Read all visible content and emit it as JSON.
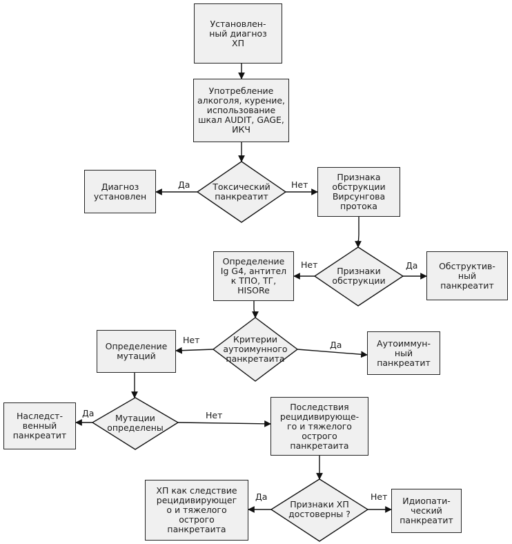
{
  "nodes": {
    "established": "Установлен-\nный диагноз\nХП",
    "alcohol": "Употребление\nалкоголя, курение,\nиспользование\nшкал AUDIT, GAGE,\nИКЧ",
    "toxic_q": "Токсический\nпанкреатит",
    "diag_set": "Диагноз\nустановлен",
    "obstr_signs": "Признака\nобструкции\nВирсунгова\nпротока",
    "obstr_q": "Признаки\nобструкции",
    "obstructive": "Обструктив-\nный\nпанкреатит",
    "igg4": "Определение\nIg G4, антител\nк ТПО, ТГ,\nHISORe",
    "autoimmune_q": "Критерии\nаутоимунного\nпанкретаита",
    "autoimmune": "Аутоиммун-\nный\nпанкреатит",
    "mutations": "Определение\nмутаций",
    "mutations_q": "Мутации\nопределены",
    "hereditary": "Наследст-\nвенный\nпанкреатит",
    "consequences": "Последствия\nрецидивирующе-\nго и тяжелого\nострого\nпанкретаита",
    "reliable_q": "Признаки ХП\nдостоверны ?",
    "cp_consequence": "ХП как следствие\nрецидивирующег\nо и тяжелого\nострого\nпанкретаита",
    "idiopathic": "Идиопати-\nческий\nпанкреатит"
  },
  "edge_labels": {
    "toxic_yes": "Да",
    "toxic_no": "Нет",
    "obstr_no": "Нет",
    "obstr_yes": "Да",
    "auto_no": "Нет",
    "auto_yes": "Да",
    "mut_yes": "Да",
    "mut_no": "Нет",
    "rel_yes": "Да",
    "rel_no": "Нет"
  }
}
